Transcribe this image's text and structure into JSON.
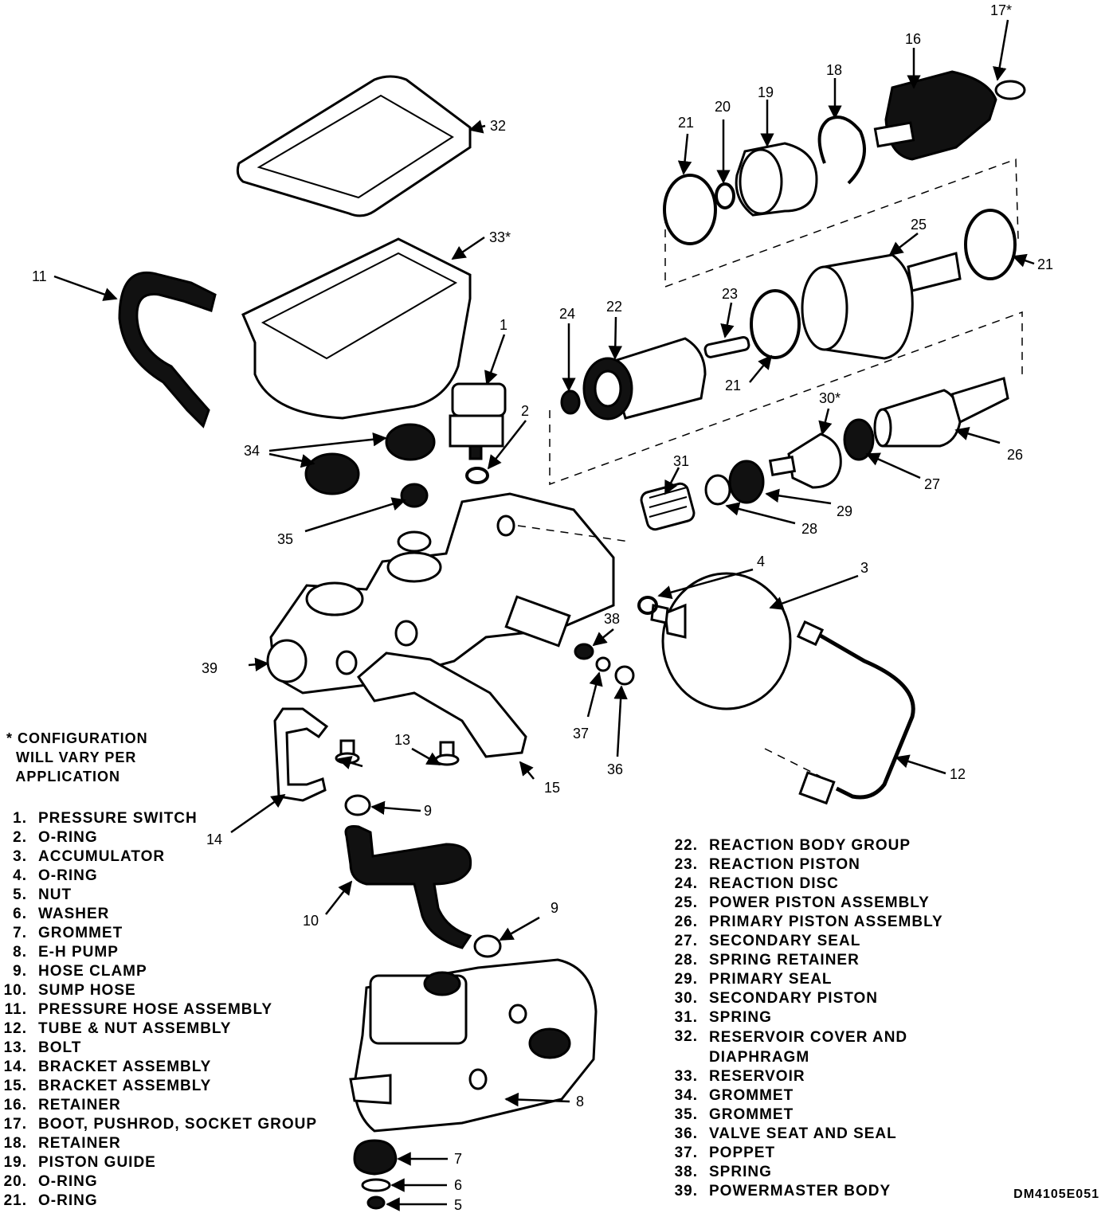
{
  "note": "* CONFIGURATION\n  WILL VARY PER\n  APPLICATION",
  "drawing_code": "DM4105E051",
  "legend_left": [
    {
      "num": "1.",
      "text": "PRESSURE SWITCH"
    },
    {
      "num": "2.",
      "text": "O-RING"
    },
    {
      "num": "3.",
      "text": "ACCUMULATOR"
    },
    {
      "num": "4.",
      "text": "O-RING"
    },
    {
      "num": "5.",
      "text": "NUT"
    },
    {
      "num": "6.",
      "text": "WASHER"
    },
    {
      "num": "7.",
      "text": "GROMMET"
    },
    {
      "num": "8.",
      "text": "E-H PUMP"
    },
    {
      "num": "9.",
      "text": "HOSE CLAMP"
    },
    {
      "num": "10.",
      "text": "SUMP HOSE"
    },
    {
      "num": "11.",
      "text": "PRESSURE HOSE ASSEMBLY"
    },
    {
      "num": "12.",
      "text": "TUBE & NUT ASSEMBLY"
    },
    {
      "num": "13.",
      "text": "BOLT"
    },
    {
      "num": "14.",
      "text": "BRACKET ASSEMBLY"
    },
    {
      "num": "15.",
      "text": "BRACKET ASSEMBLY"
    },
    {
      "num": "16.",
      "text": "RETAINER"
    },
    {
      "num": "17.",
      "text": "BOOT, PUSHROD, SOCKET GROUP"
    },
    {
      "num": "18.",
      "text": "RETAINER"
    },
    {
      "num": "19.",
      "text": "PISTON GUIDE"
    },
    {
      "num": "20.",
      "text": "O-RING"
    },
    {
      "num": "21.",
      "text": "O-RING"
    }
  ],
  "legend_right": [
    {
      "num": "22.",
      "text": "REACTION BODY GROUP"
    },
    {
      "num": "23.",
      "text": "REACTION PISTON"
    },
    {
      "num": "24.",
      "text": "REACTION DISC"
    },
    {
      "num": "25.",
      "text": "POWER PISTON ASSEMBLY"
    },
    {
      "num": "26.",
      "text": "PRIMARY PISTON ASSEMBLY"
    },
    {
      "num": "27.",
      "text": "SECONDARY SEAL"
    },
    {
      "num": "28.",
      "text": "SPRING RETAINER"
    },
    {
      "num": "29.",
      "text": "PRIMARY SEAL"
    },
    {
      "num": "30.",
      "text": "SECONDARY PISTON"
    },
    {
      "num": "31.",
      "text": "SPRING"
    },
    {
      "num": "32.",
      "text": "RESERVOIR COVER AND\nDIAPHRAGM",
      "tall": true
    },
    {
      "num": "33.",
      "text": "RESERVOIR"
    },
    {
      "num": "34.",
      "text": "GROMMET"
    },
    {
      "num": "35.",
      "text": "GROMMET"
    },
    {
      "num": "36.",
      "text": "VALVE SEAT AND SEAL"
    },
    {
      "num": "37.",
      "text": "POPPET"
    },
    {
      "num": "38.",
      "text": "SPRING"
    },
    {
      "num": "39.",
      "text": "POWERMASTER BODY"
    }
  ],
  "callouts": {
    "c1": "1",
    "c2": "2",
    "c3": "3",
    "c4": "4",
    "c5": "5",
    "c6": "6",
    "c7": "7",
    "c8": "8",
    "c9a": "9",
    "c9b": "9",
    "c10": "10",
    "c11": "11",
    "c12": "12",
    "c13": "13",
    "c14": "14",
    "c15": "15",
    "c16": "16",
    "c17": "17*",
    "c18": "18",
    "c19": "19",
    "c20": "20",
    "c21a": "21",
    "c21b": "21",
    "c21c": "21",
    "c22": "22",
    "c23": "23",
    "c24": "24",
    "c25": "25",
    "c26": "26",
    "c27": "27",
    "c28": "28",
    "c29": "29",
    "c30": "30*",
    "c31": "31",
    "c32": "32",
    "c33": "33*",
    "c34": "34",
    "c35": "35",
    "c36": "36",
    "c37": "37",
    "c38": "38",
    "c39": "39"
  }
}
